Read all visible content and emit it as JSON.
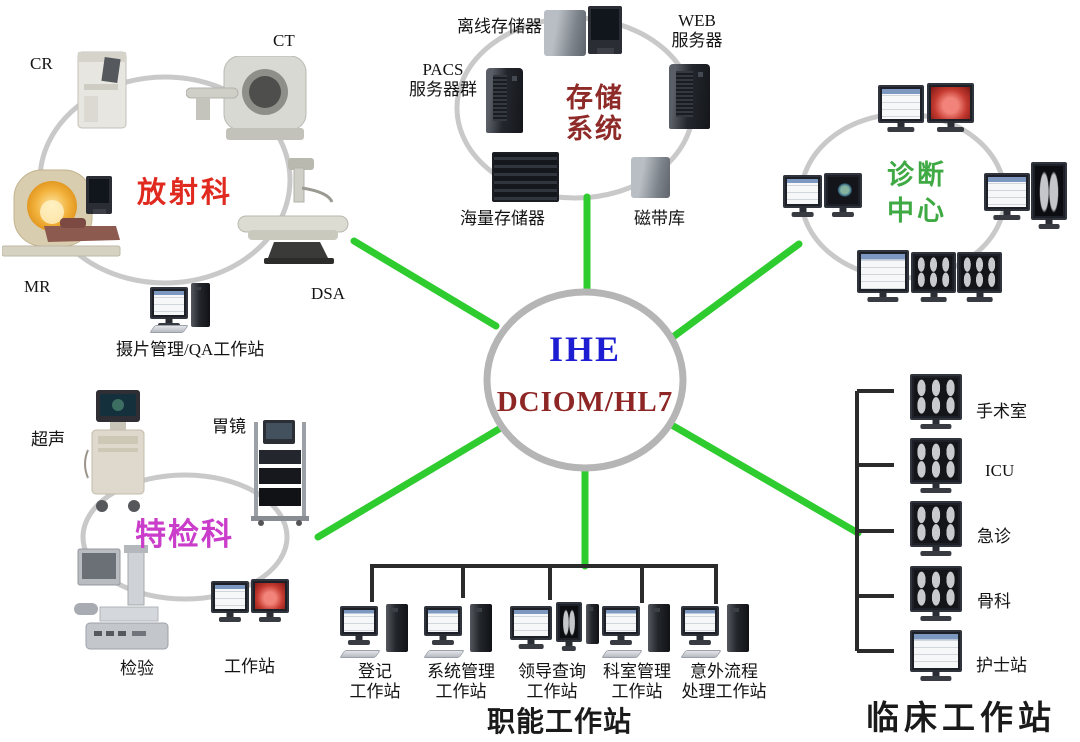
{
  "hub": {
    "title": "IHE",
    "subtitle": "DCIOM/HL7"
  },
  "radiology": {
    "title": "放射科",
    "cr": "CR",
    "ct": "CT",
    "mr": "MR",
    "dsa": "DSA",
    "qa": "摄片管理/QA工作站"
  },
  "storage": {
    "title_line1": "存储",
    "title_line2": "系统",
    "offline": "离线存储器",
    "web_line1": "WEB",
    "web_line2": "服务器",
    "pacs_line1": "PACS",
    "pacs_line2": "服务器群",
    "mass": "海量存储器",
    "tape": "磁带库"
  },
  "diagnosis": {
    "title_line1": "诊断",
    "title_line2": "中心"
  },
  "special": {
    "title": "特检科",
    "ultrasound": "超声",
    "gastroscope": "胃镜",
    "lab": "检验",
    "workstation": "工作站"
  },
  "functional": {
    "title": "职能工作站",
    "stations": [
      {
        "l1": "登记",
        "l2": "工作站"
      },
      {
        "l1": "系统管理",
        "l2": "工作站"
      },
      {
        "l1": "领导查询",
        "l2": "工作站"
      },
      {
        "l1": "科室管理",
        "l2": "工作站"
      },
      {
        "l1": "意外流程",
        "l2": "处理工作站"
      }
    ]
  },
  "clinical": {
    "title": "临床工作站",
    "stations": [
      {
        "label": "手术室"
      },
      {
        "label": "ICU"
      },
      {
        "label": "急诊"
      },
      {
        "label": "骨科"
      },
      {
        "label": "护士站"
      }
    ]
  },
  "colors": {
    "link_green": "#2ecc2e",
    "arc_gray": "#c9c9c9",
    "radiology_red": "#e02a20",
    "storage_darkred": "#8e2a28",
    "diagnosis_green": "#3fa944",
    "special_magenta": "#ca3cca",
    "hub_title_blue": "#1d1dd2",
    "hub_subtitle_red": "#8e2626"
  }
}
